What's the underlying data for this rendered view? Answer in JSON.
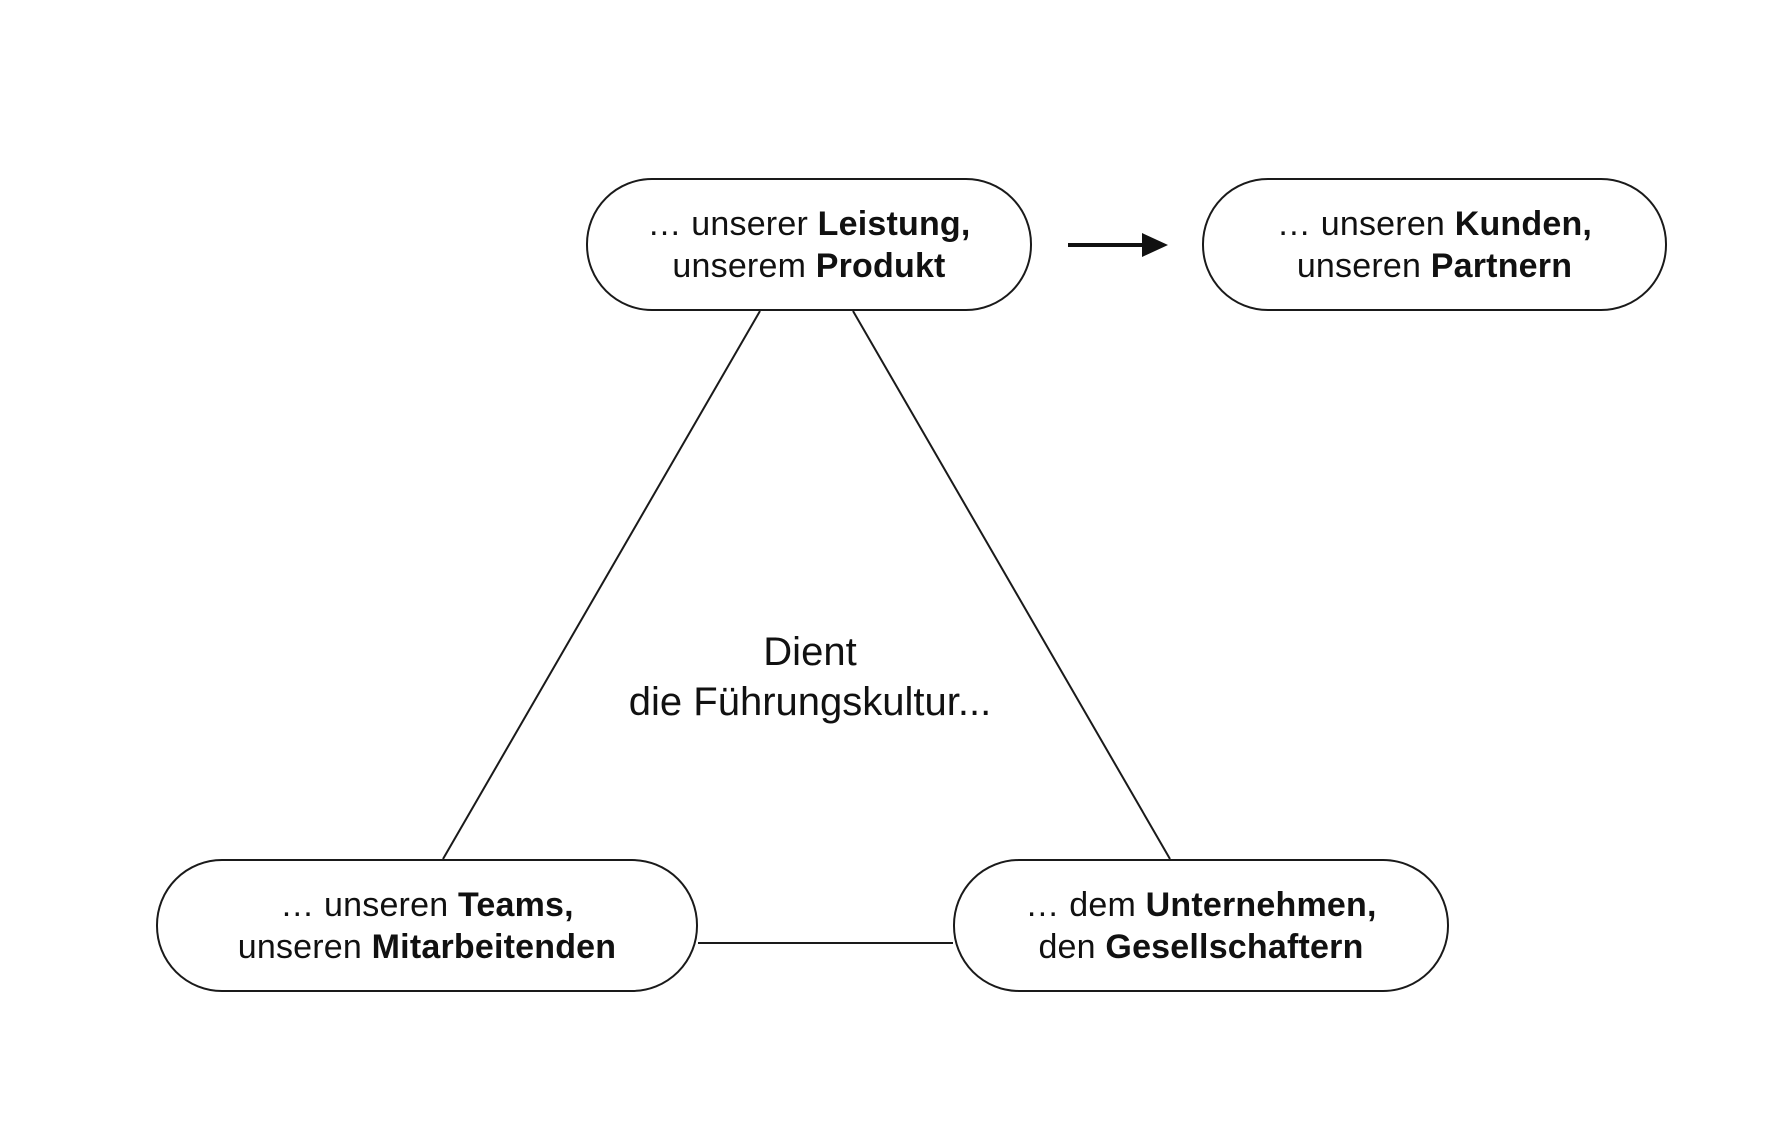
{
  "center": {
    "line1": "Dient",
    "line2": "die Führungskultur..."
  },
  "nodes": {
    "top": {
      "line1_prefix": "… unserer ",
      "line1_bold": "Leistung,",
      "line2_prefix": "unserem ",
      "line2_bold": "Produkt"
    },
    "right": {
      "line1_prefix": "… unseren ",
      "line1_bold": "Kunden,",
      "line2_prefix": "unseren ",
      "line2_bold": "Partnern"
    },
    "left": {
      "line1_prefix": "… unseren ",
      "line1_bold": "Teams,",
      "line2_prefix": "unseren ",
      "line2_bold": "Mitarbeitenden"
    },
    "bottom_right": {
      "line1_prefix": "… dem ",
      "line1_bold": "Unternehmen,",
      "line2_prefix": "den ",
      "line2_bold": "Gesellschaftern"
    }
  },
  "colors": {
    "stroke": "#1a1a1a",
    "background": "#ffffff",
    "text": "#111111"
  }
}
